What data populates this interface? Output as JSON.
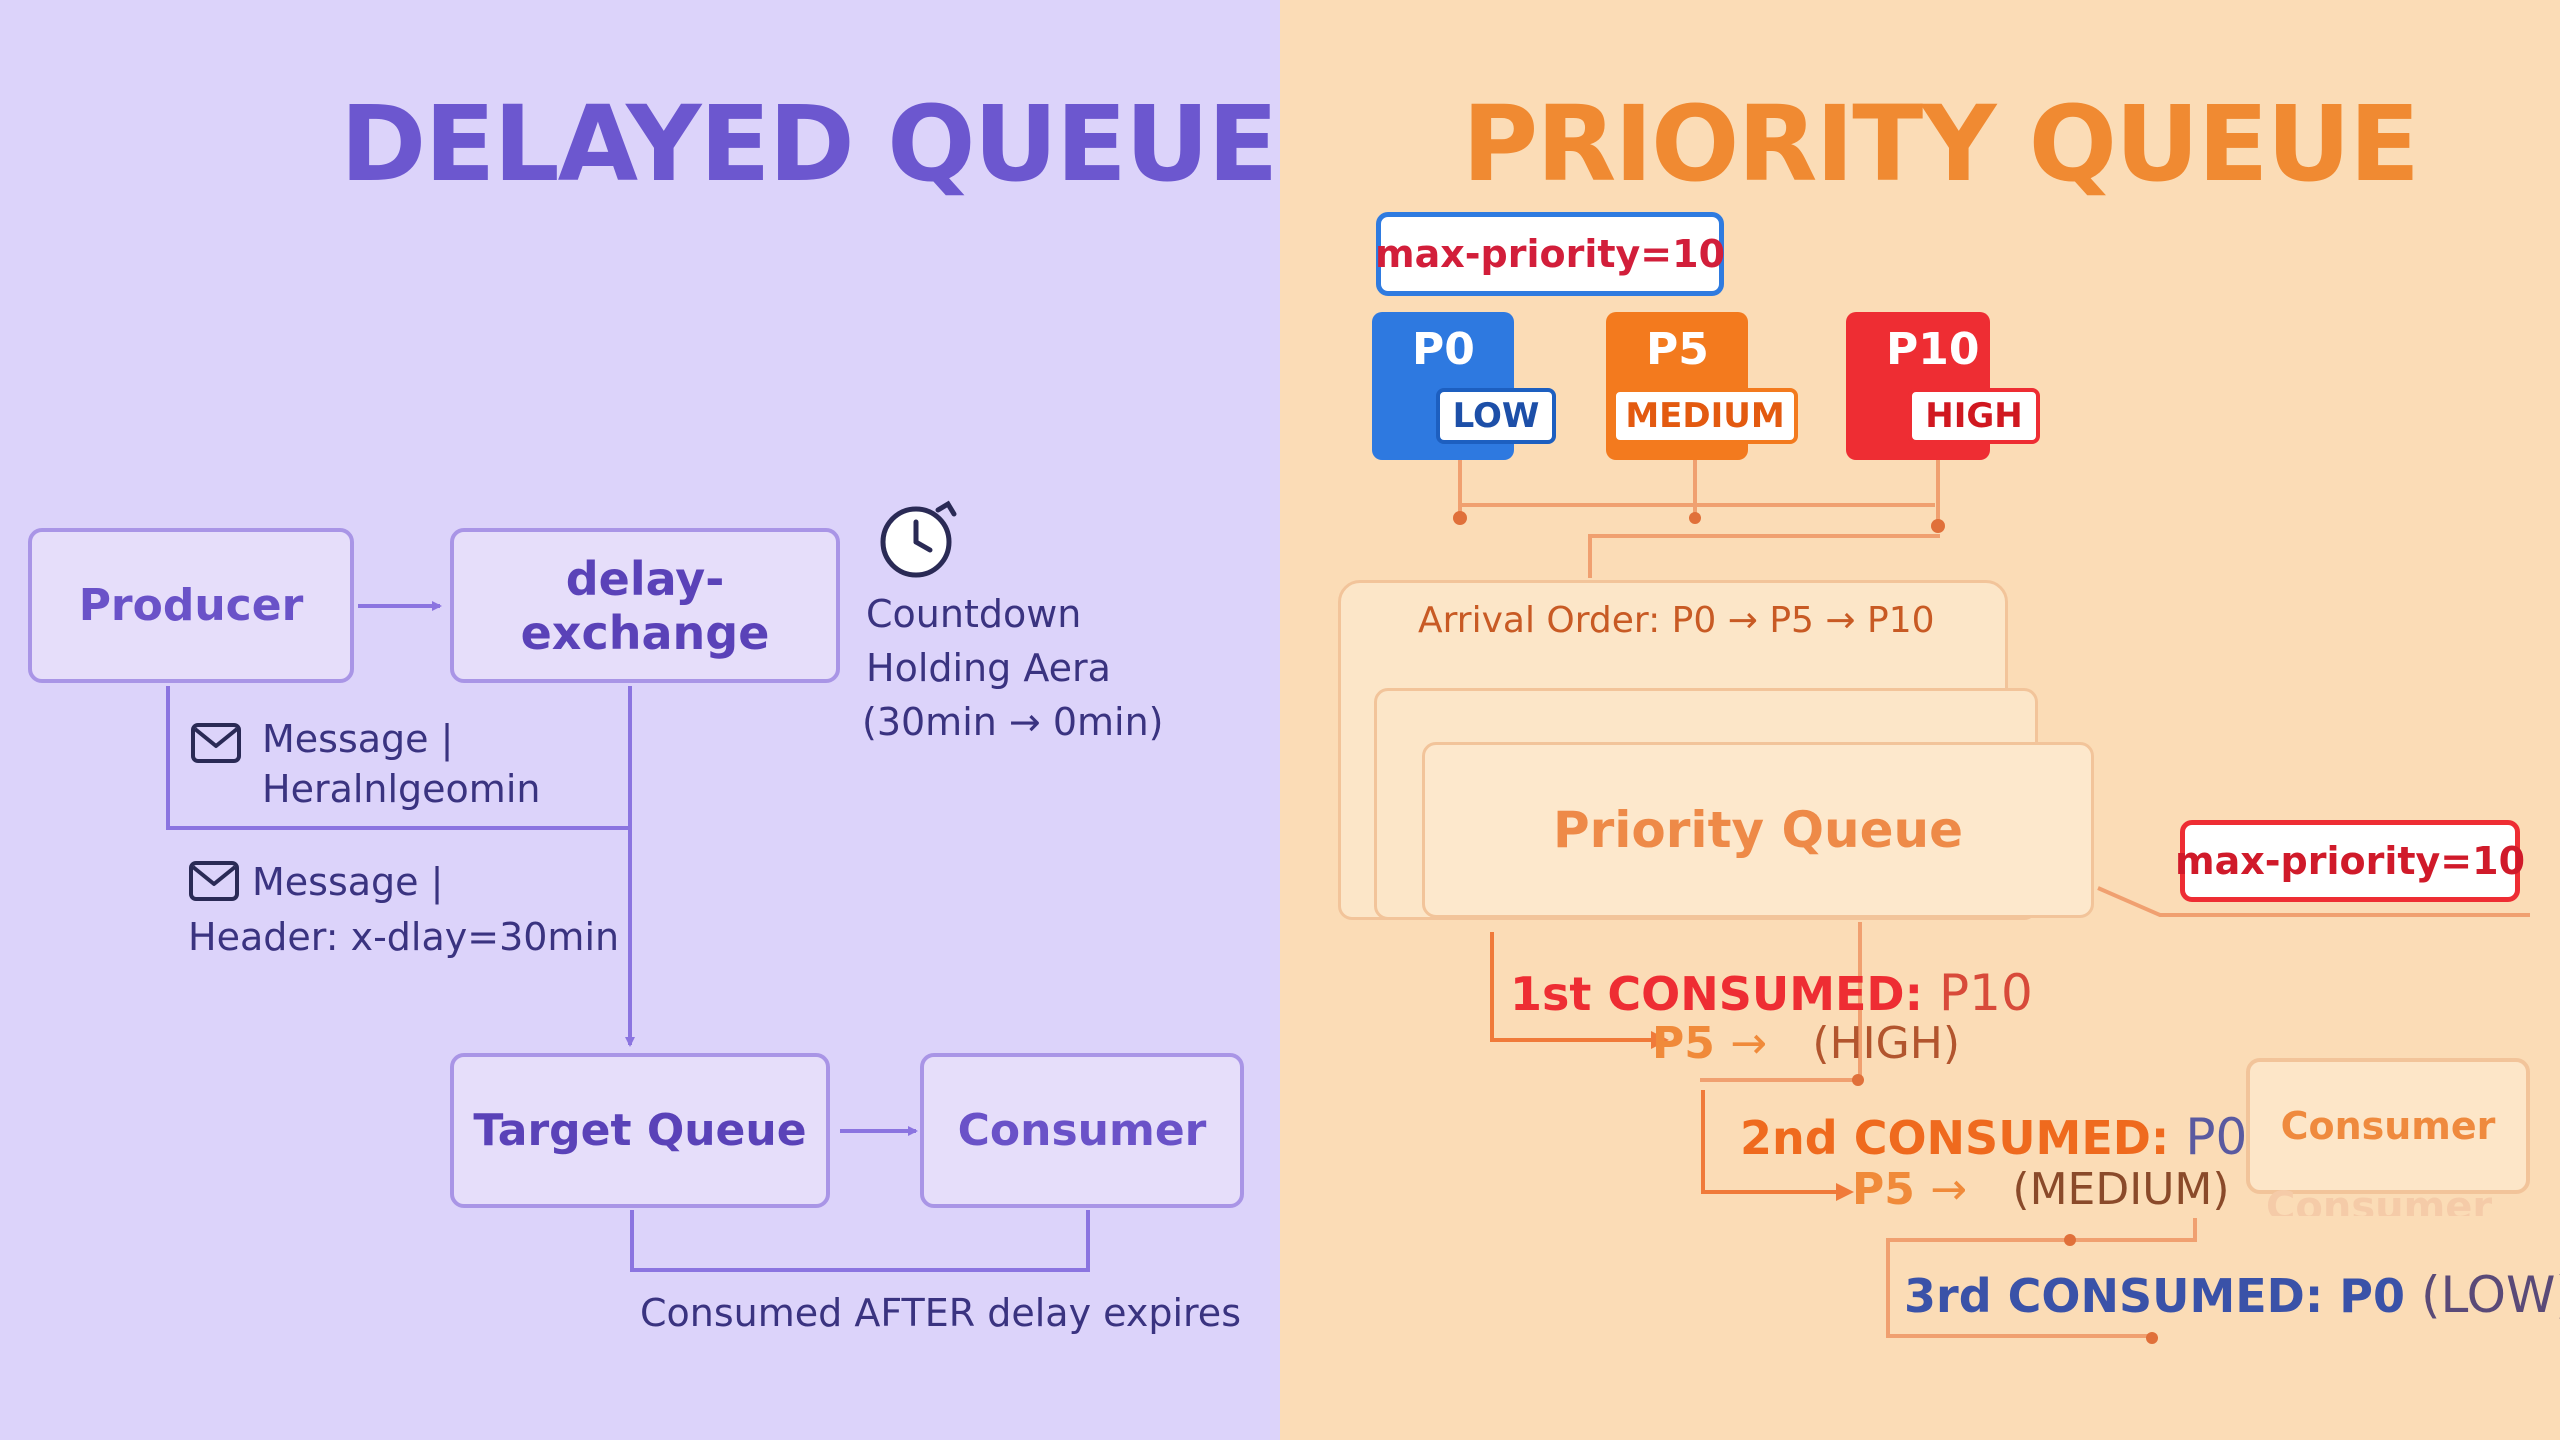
{
  "delayed": {
    "title": "DELAYED QUEUE",
    "producer": "Producer",
    "exchange": "delay-exchange",
    "countdown": [
      "Countdown",
      "Holding Aera",
      "(30min → 0min)"
    ],
    "message1": [
      "Message |",
      "Heralnlgeomin"
    ],
    "message2": [
      "Message |",
      "Header: x-dlay=30min"
    ],
    "target_queue": "Target Queue",
    "consumer": "Consumer",
    "footer": "Consumed AFTER delay expires",
    "colors": {
      "title": "#6c57cf",
      "box_border": "#a995e6",
      "text": "#3a3380"
    }
  },
  "priority": {
    "title": "PRIORITY QUEUE",
    "max_priority_tag": "max-priority=10",
    "max_priority_tag_right": "max-priority=10",
    "p0": {
      "label": "P0",
      "level": "LOW",
      "color": "#2e79e0"
    },
    "p5": {
      "label": "P5",
      "level": "MEDIUM",
      "color": "#f37a1e"
    },
    "p10": {
      "label": "P10",
      "level": "HIGH",
      "color": "#ee2d33"
    },
    "arrival_order": "Arrival Order: P0 → P5 → P10",
    "queue_label": "Priority Queue",
    "consumed1": {
      "prefix": "1st CONSUMED:",
      "value": "P10",
      "sub_p": "P5",
      "sub_arrow": "→",
      "sub_level": "(HIGH)"
    },
    "consumed2": {
      "prefix": "2nd CONSUMED:",
      "value": "P0",
      "sub_p": "P5",
      "sub_arrow": "→",
      "sub_level": "(MEDIUM)"
    },
    "consumed3": {
      "text": "3rd CONSUMED: P0",
      "level": "(LOW)"
    },
    "consumer": "Consumer",
    "consumer_shadow": "Consumer",
    "colors": {
      "title": "#f08a32",
      "text": "#d45a20",
      "line": "#f0a070"
    }
  }
}
